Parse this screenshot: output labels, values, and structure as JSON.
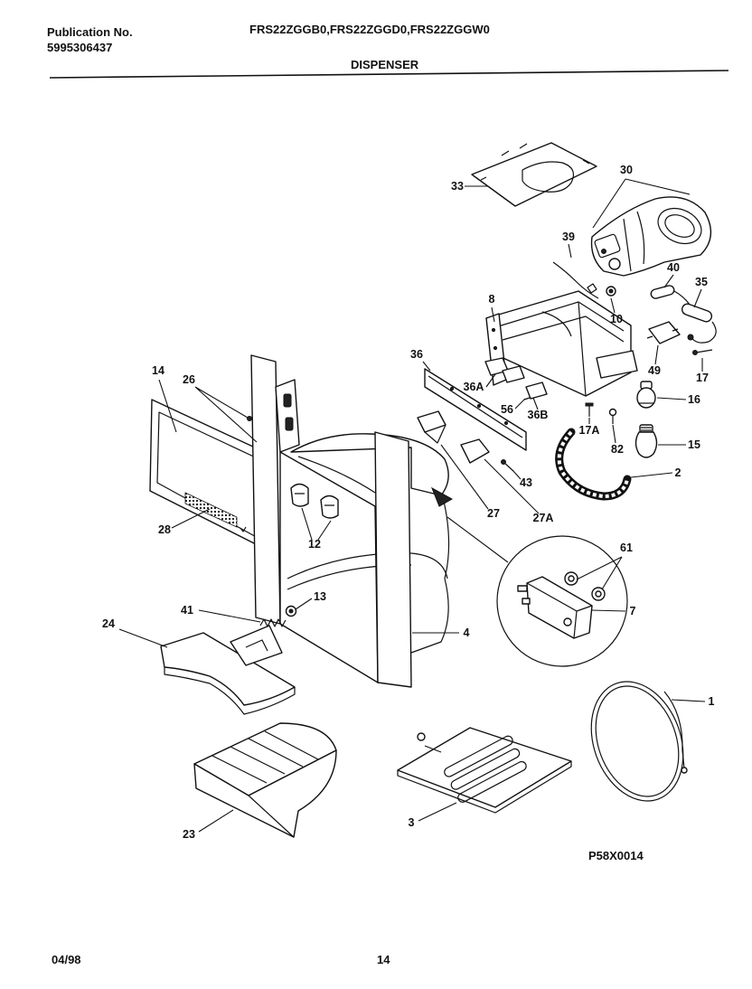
{
  "header": {
    "publication_label": "Publication No.",
    "publication_number": "5995306437",
    "models": "FRS22ZGGB0,FRS22ZGGD0,FRS22ZGGW0",
    "section": "DISPENSER"
  },
  "callouts": [
    "33",
    "30",
    "39",
    "40",
    "35",
    "8",
    "10",
    "36",
    "49",
    "17",
    "14",
    "26",
    "36A",
    "56",
    "36B",
    "16",
    "17A",
    "82",
    "15",
    "43",
    "2",
    "28",
    "12",
    "27",
    "27A",
    "61",
    "41",
    "13",
    "7",
    "24",
    "4",
    "1",
    "23",
    "3"
  ],
  "diagram_code": "P58X0014",
  "footer": {
    "date": "04/98",
    "page": "14"
  }
}
